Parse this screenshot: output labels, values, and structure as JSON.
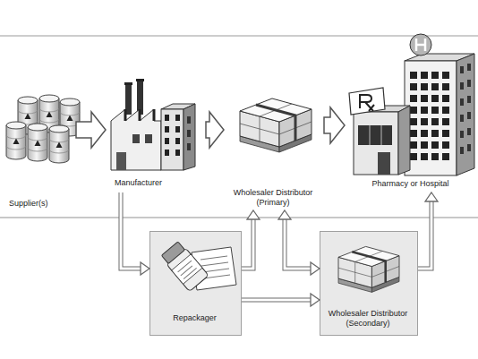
{
  "diagram": {
    "nodes": [
      {
        "text": [
          "Supplier(s)"
        ]
      },
      {
        "text": [
          "Manufacturer"
        ]
      },
      {
        "text": [
          "Wholesaler Distributor (Primary)"
        ]
      },
      {
        "text": [
          "Pharmacy or Hospital"
        ]
      },
      {
        "text": [
          "Repackager"
        ]
      },
      {
        "text": [
          "Wholesaler Distributor (Secondary)"
        ]
      }
    ],
    "edges": [
      {
        "from": 0,
        "to": 1,
        "arrow": "to"
      },
      {
        "from": 1,
        "to": 2,
        "arrow": "to"
      },
      {
        "from": 2,
        "to": 3,
        "arrow": "to"
      },
      {
        "from": 1,
        "to": 4,
        "arrow": "to"
      },
      {
        "from": 4,
        "to": 2,
        "arrow": "to"
      },
      {
        "from": 2,
        "to": 5,
        "arrow": "both"
      },
      {
        "from": 4,
        "to": 5,
        "arrow": "to"
      },
      {
        "from": 5,
        "to": 3,
        "arrow": "to"
      }
    ]
  }
}
